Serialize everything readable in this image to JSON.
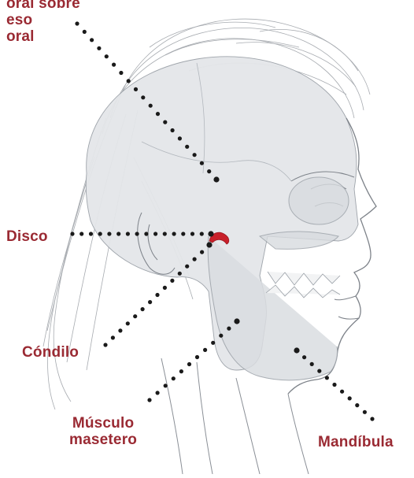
{
  "colors": {
    "label": "#9a2a33",
    "disc": "#c8202a",
    "dots": "#1a1a1a",
    "sketch": "#7d8289",
    "skull_fill": "#e4e6e9"
  },
  "labels": {
    "top_left": {
      "lines": [
        "oral sobre",
        "eso",
        "oral"
      ]
    },
    "disco": "Disco",
    "condilo": "Cóndilo",
    "musculo": {
      "lines": [
        "Músculo",
        "masetero"
      ]
    },
    "mandibula": "Mandíbula"
  }
}
